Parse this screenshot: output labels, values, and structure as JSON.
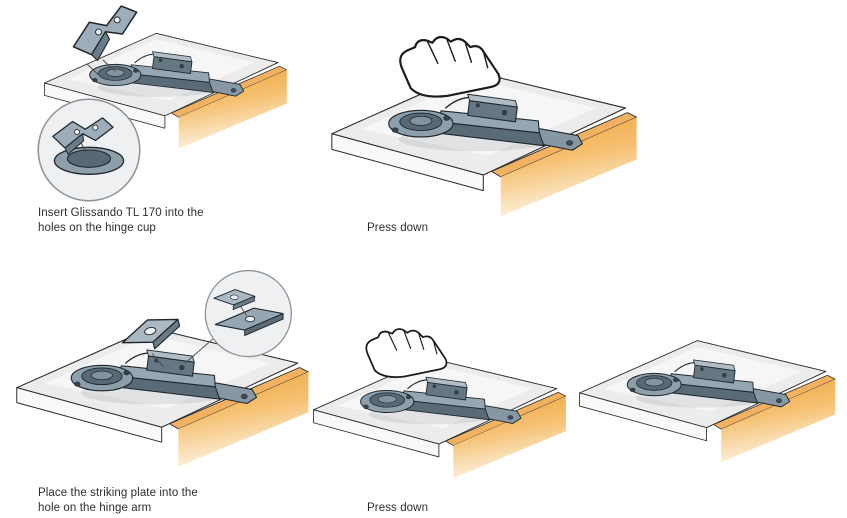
{
  "sheet": {
    "background": "#ffffff",
    "language": "en"
  },
  "steps": [
    {
      "caption": "Insert Glissando TL 170 into the\nholes on the hinge cup"
    },
    {
      "caption": "Press down"
    },
    {
      "caption": "Place the striking plate into the\nhole on the hinge arm"
    },
    {
      "caption": "Press down"
    },
    {
      "caption": ""
    }
  ],
  "colors": {
    "background": "#ffffff",
    "wood_accent": "#efa23a",
    "wood_accent_light": "#f5c172",
    "board_surface": "#ececec",
    "board_front": "#f9f9f9",
    "hardware_dark": "#5a6b78",
    "hardware_mid": "#8e9fac",
    "hardware_light": "#95a7b3",
    "line_art": "#2b2b2b",
    "detail_circle_fill": "#eef0f1",
    "detail_circle_stroke": "#8d9398",
    "caption_text": "#2d2d2d"
  }
}
